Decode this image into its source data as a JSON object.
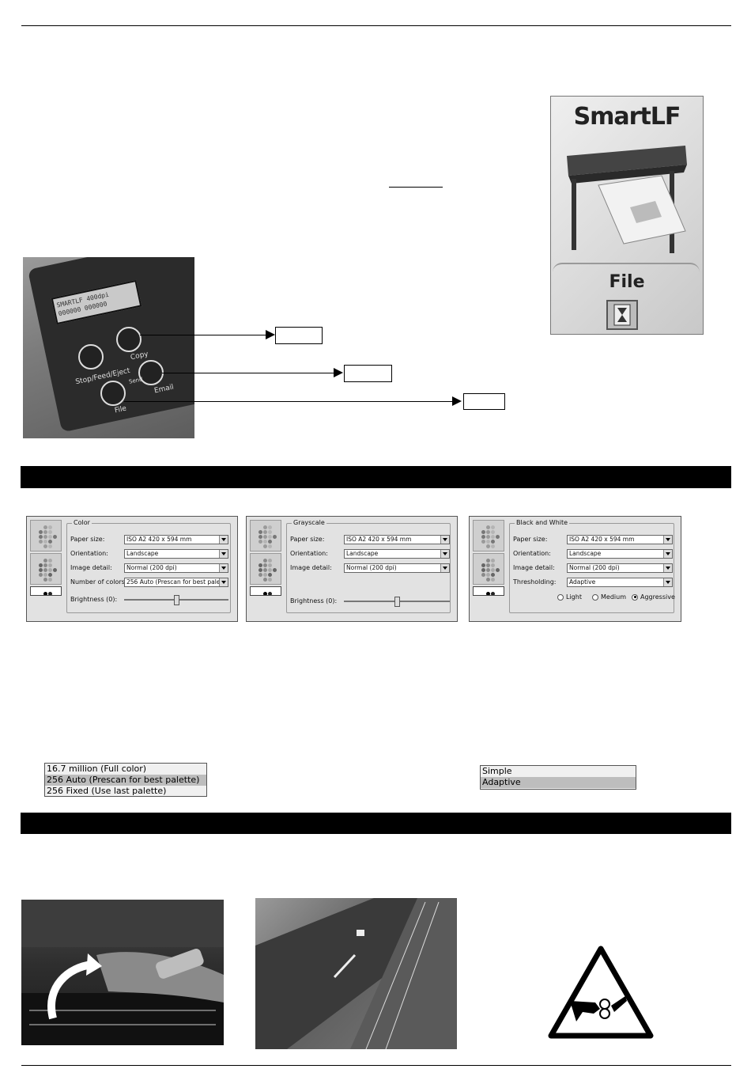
{
  "panel_photo": {
    "lcd_text": "SMARTLF 400dpi\n000000 000000",
    "buttons": [
      {
        "label": "Stop/Feed/Eject"
      },
      {
        "label": "Copy"
      },
      {
        "label": "Email"
      },
      {
        "label": "File"
      }
    ],
    "between_label": "Send"
  },
  "smartlf_panel": {
    "title": "SmartLF",
    "mode_label": "File"
  },
  "dialogs": {
    "color": {
      "group_title": "Color",
      "paper_size_label": "Paper size:",
      "paper_size_value": "ISO A2  420 x 594 mm",
      "orientation_label": "Orientation:",
      "orientation_value": "Landscape",
      "image_detail_label": "Image detail:",
      "image_detail_value": "Normal (200 dpi)",
      "colors_label": "Number of colors:",
      "colors_value": "256 Auto (Prescan for best palette)",
      "brightness_label": "Brightness (0):",
      "brightness_level": 0.5
    },
    "grayscale": {
      "group_title": "Grayscale",
      "paper_size_label": "Paper size:",
      "paper_size_value": "ISO A2  420 x 594 mm",
      "orientation_label": "Orientation:",
      "orientation_value": "Landscape",
      "image_detail_label": "Image detail:",
      "image_detail_value": "Normal (200 dpi)",
      "brightness_label": "Brightness (0):",
      "brightness_level": 0.5
    },
    "bw": {
      "group_title": "Black and White",
      "paper_size_label": "Paper size:",
      "paper_size_value": "ISO A2  420 x 594 mm",
      "orientation_label": "Orientation:",
      "orientation_value": "Landscape",
      "image_detail_label": "Image detail:",
      "image_detail_value": "Normal (200 dpi)",
      "thresholding_label": "Thresholding:",
      "thresholding_value": "Adaptive",
      "radio_light": "Light",
      "radio_medium": "Medium",
      "radio_aggressive": "Aggressive"
    }
  },
  "color_list": [
    "16.7 million (Full color)",
    "256 Auto (Prescan for best palette)",
    "256 Fixed (Use last palette)"
  ],
  "threshold_list": [
    "Simple",
    "Adaptive"
  ]
}
